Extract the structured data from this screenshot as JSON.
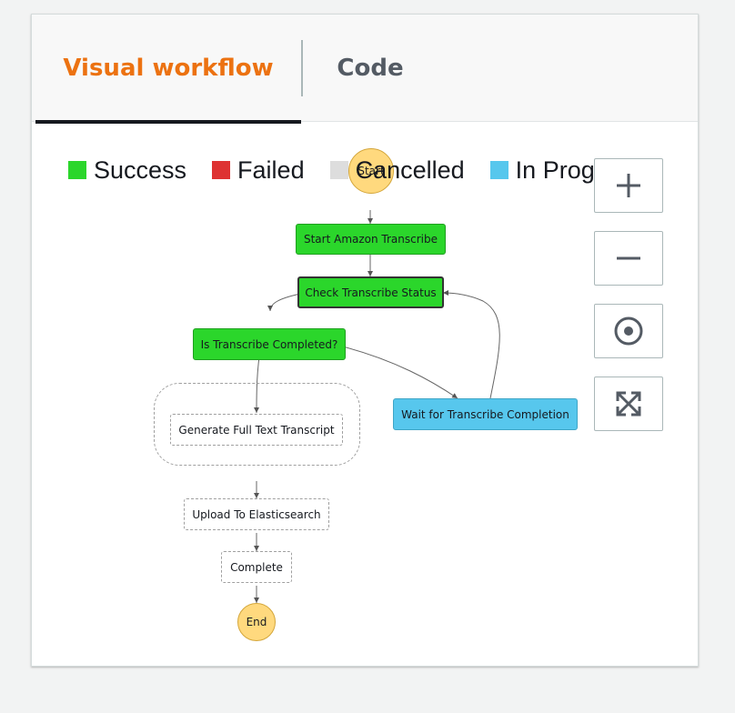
{
  "tabs": {
    "visual": "Visual workflow",
    "code": "Code"
  },
  "legend": [
    {
      "label": "Success",
      "color": "#2bd62b"
    },
    {
      "label": "Failed",
      "color": "#de3232"
    },
    {
      "label": "Cancelled",
      "color": "#dddddd"
    },
    {
      "label": "In Prog",
      "color": "#57c7ed"
    }
  ],
  "graph": {
    "start": "Start",
    "end": "End",
    "states": {
      "start_transcribe": {
        "label": "Start Amazon Transcribe",
        "status": "success"
      },
      "check_status": {
        "label": "Check Transcribe Status",
        "status": "success"
      },
      "is_completed": {
        "label": "Is Transcribe Completed?",
        "status": "success"
      },
      "wait": {
        "label": "Wait for Transcribe Completion",
        "status": "in-progress"
      },
      "generate": {
        "label": "Generate Full Text Transcript",
        "status": "not-started"
      },
      "upload": {
        "label": "Upload To Elasticsearch",
        "status": "not-started"
      },
      "complete": {
        "label": "Complete",
        "status": "not-started"
      }
    }
  },
  "controls": [
    "zoom-in-icon",
    "zoom-out-icon",
    "center-icon",
    "fit-screen-icon"
  ]
}
